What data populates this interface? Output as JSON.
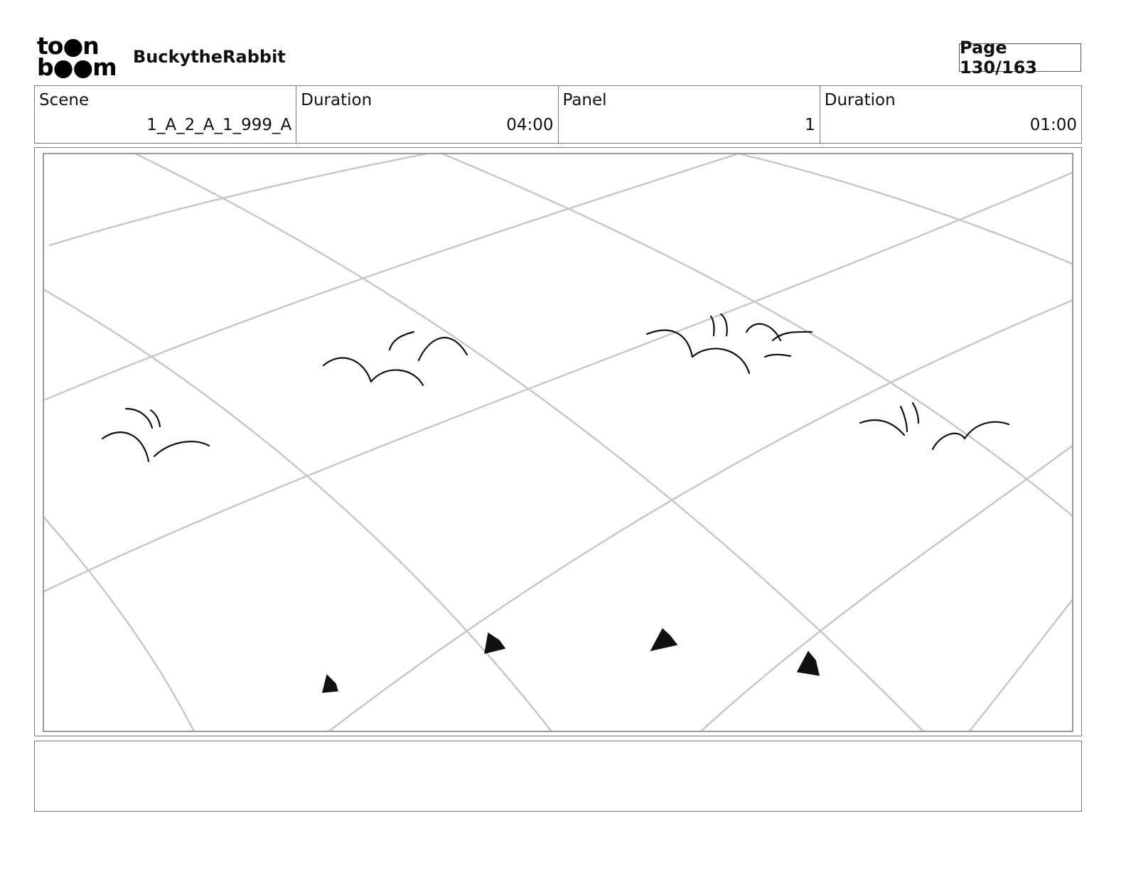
{
  "logo": {
    "top_text": "to●n",
    "bottom_text": "b●●m",
    "icon": "toonboom-logo-icon"
  },
  "header": {
    "project_title": "BuckytheRabbit",
    "page_label": "Page 130/163"
  },
  "info": {
    "scene_label": "Scene",
    "scene_value": "1_A_2_A_1_999_A",
    "scene_duration_label": "Duration",
    "scene_duration_value": "04:00",
    "panel_label": "Panel",
    "panel_value": "1",
    "panel_duration_label": "Duration",
    "panel_duration_value": "01:00"
  },
  "panel": {
    "image": "sketch-grass-field-perspective-grid"
  },
  "notes": {
    "text": ""
  },
  "colors": {
    "grid_line": "#c8c8c8",
    "ink": "#111111",
    "border": "#777777"
  }
}
